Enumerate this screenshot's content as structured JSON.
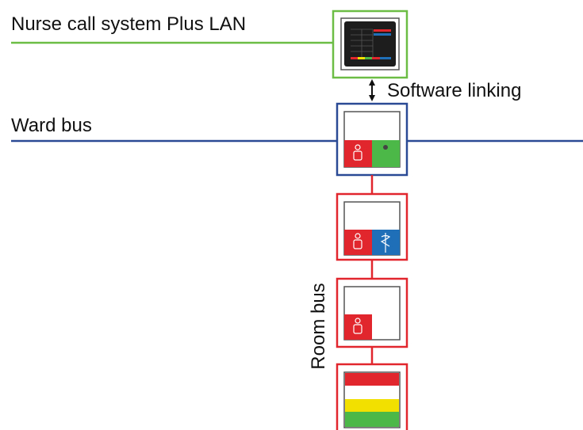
{
  "labels": {
    "nurse_call_lan": "Nurse call system Plus LAN",
    "software_linking": "Software linking",
    "ward_bus": "Ward bus",
    "room_bus": "Room bus"
  },
  "colors": {
    "lan_line": "#6cbd45",
    "ward_line": "#2a4a96",
    "room_line": "#e1262d",
    "call_red": "#e1262d",
    "presence_green": "#4cb848",
    "doctor_blue": "#1f6fb8",
    "lamp_yellow": "#f2e000",
    "terminal_bg": "#1d1d1d"
  },
  "icons": {
    "terminal": "display-terminal-icon",
    "patient": "patient-call-icon",
    "doctor": "doctor-call-icon",
    "presence": "presence-indicator-icon",
    "lamp": "corridor-lamp-icon"
  }
}
